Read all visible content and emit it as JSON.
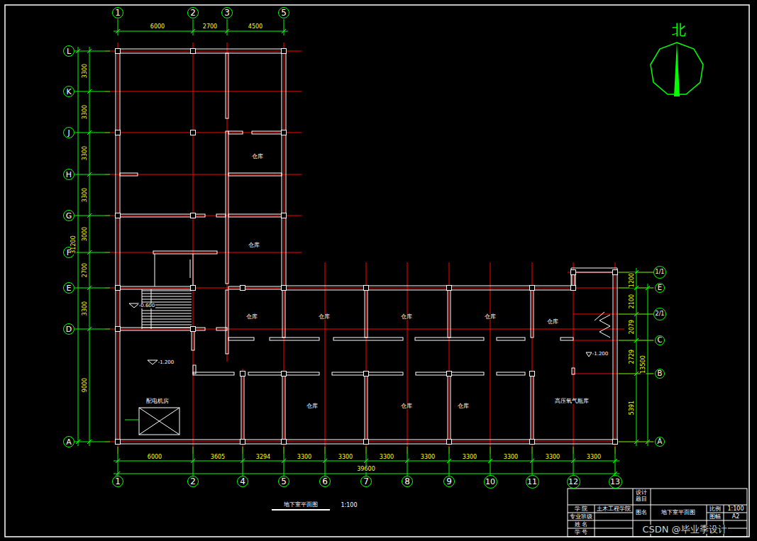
{
  "diagram": {
    "nodes": [
      {
        "text": [
          "1"
        ]
      },
      {
        "text": [
          "2"
        ]
      },
      {
        "text": [
          "3"
        ]
      },
      {
        "text": [
          "5"
        ]
      },
      {
        "text": [
          "L"
        ]
      },
      {
        "text": [
          "K"
        ]
      },
      {
        "text": [
          "J"
        ]
      },
      {
        "text": [
          "H"
        ]
      },
      {
        "text": [
          "G"
        ]
      },
      {
        "text": [
          "F"
        ]
      },
      {
        "text": [
          "E"
        ]
      },
      {
        "text": [
          "D"
        ]
      },
      {
        "text": [
          "A"
        ]
      },
      {
        "text": [
          "1"
        ]
      },
      {
        "text": [
          "2"
        ]
      },
      {
        "text": [
          "4"
        ]
      },
      {
        "text": [
          "5"
        ]
      },
      {
        "text": [
          "6"
        ]
      },
      {
        "text": [
          "7"
        ]
      },
      {
        "text": [
          "8"
        ]
      },
      {
        "text": [
          "9"
        ]
      },
      {
        "text": [
          "10"
        ]
      },
      {
        "text": [
          "11"
        ]
      },
      {
        "text": [
          "12"
        ]
      },
      {
        "text": [
          "13"
        ]
      },
      {
        "text": [
          "1/1"
        ]
      },
      {
        "text": [
          "E"
        ]
      },
      {
        "text": [
          "2/1"
        ]
      },
      {
        "text": [
          "C"
        ]
      },
      {
        "text": [
          "B"
        ]
      },
      {
        "text": [
          "A"
        ]
      }
    ],
    "labels": [
      "6000",
      "2700",
      "4500",
      "3300",
      "3300",
      "3300",
      "3300",
      "3000",
      "2700",
      "3300",
      "9000",
      "31200",
      "6000",
      "3605",
      "3294",
      "3300",
      "3300",
      "3300",
      "3300",
      "3300",
      "3300",
      "3300",
      "3300",
      "39600",
      "1200",
      "2100",
      "2079",
      "2729",
      "5391",
      "13500",
      "仓库",
      "仓库",
      "仓库",
      "仓库",
      "仓库",
      "仓库",
      "仓库",
      "仓库",
      "仓库",
      "仓库",
      "高压氧气瓶库",
      "配电机房",
      "-0.600",
      "-1.200",
      "-1.200",
      "地下室平面图",
      "1:100",
      "北",
      "设计题目",
      "学 院",
      "土木工程学院",
      "图名",
      "地下室平面图",
      "比例",
      "1:100",
      "专业班级",
      "图幅",
      "A2",
      "姓 名",
      "学 号",
      "CSDN @毕业季设计"
    ]
  }
}
